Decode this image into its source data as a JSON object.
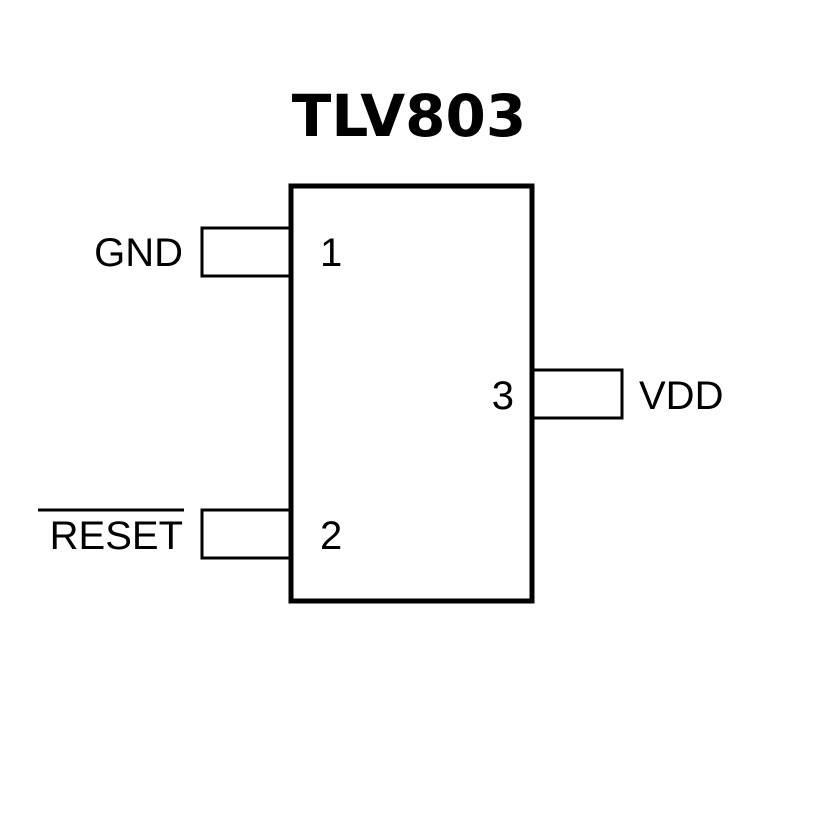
{
  "title": "TLV803",
  "pins": [
    {
      "number": "1",
      "name": "GND",
      "side": "left",
      "active_low": false
    },
    {
      "number": "2",
      "name": "RESET",
      "side": "left",
      "active_low": true
    },
    {
      "number": "3",
      "name": "VDD",
      "side": "right",
      "active_low": false
    }
  ],
  "colors": {
    "stroke": "#000000",
    "background": "#ffffff"
  }
}
